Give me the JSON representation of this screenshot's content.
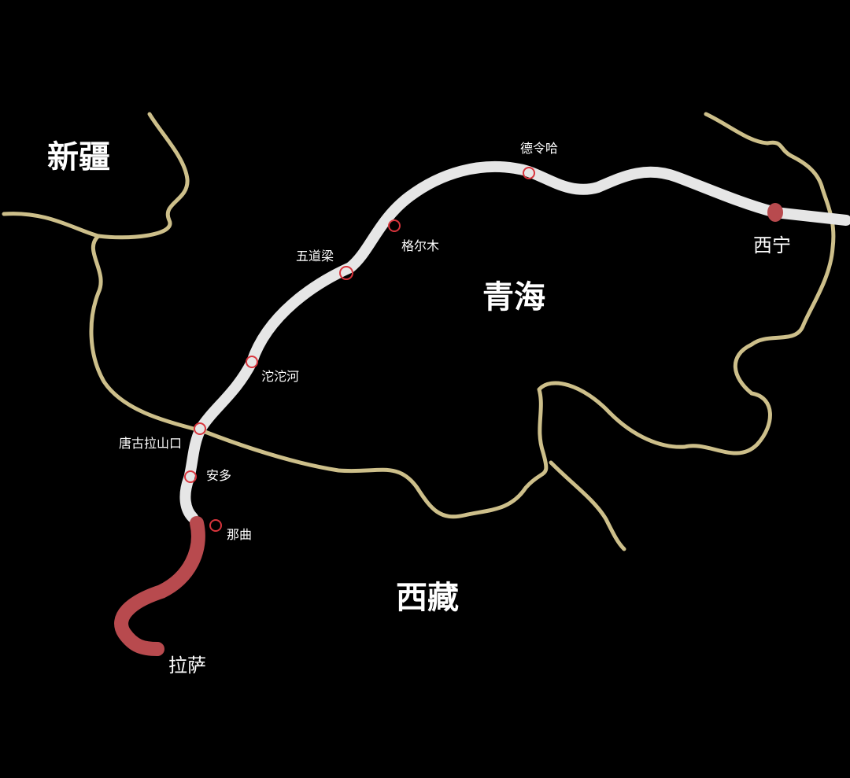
{
  "map": {
    "background_color": "#000000",
    "border_color": "#cdbf8a",
    "railway_color": "#e6e6e6",
    "highlight_color": "#b84a4e",
    "station_marker_color": "#d8343c"
  },
  "regions": {
    "xinjiang": "新疆",
    "qinghai": "青海",
    "xizang": "西藏"
  },
  "cities": {
    "xining": "西宁",
    "lhasa": "拉萨"
  },
  "stations": {
    "delingha": "德令哈",
    "golmud": "格尔木",
    "wudaoliang": "五道梁",
    "tuotuohe": "沱沱河",
    "tanggula": "唐古拉山口",
    "amdo": "安多",
    "nagqu": "那曲"
  }
}
